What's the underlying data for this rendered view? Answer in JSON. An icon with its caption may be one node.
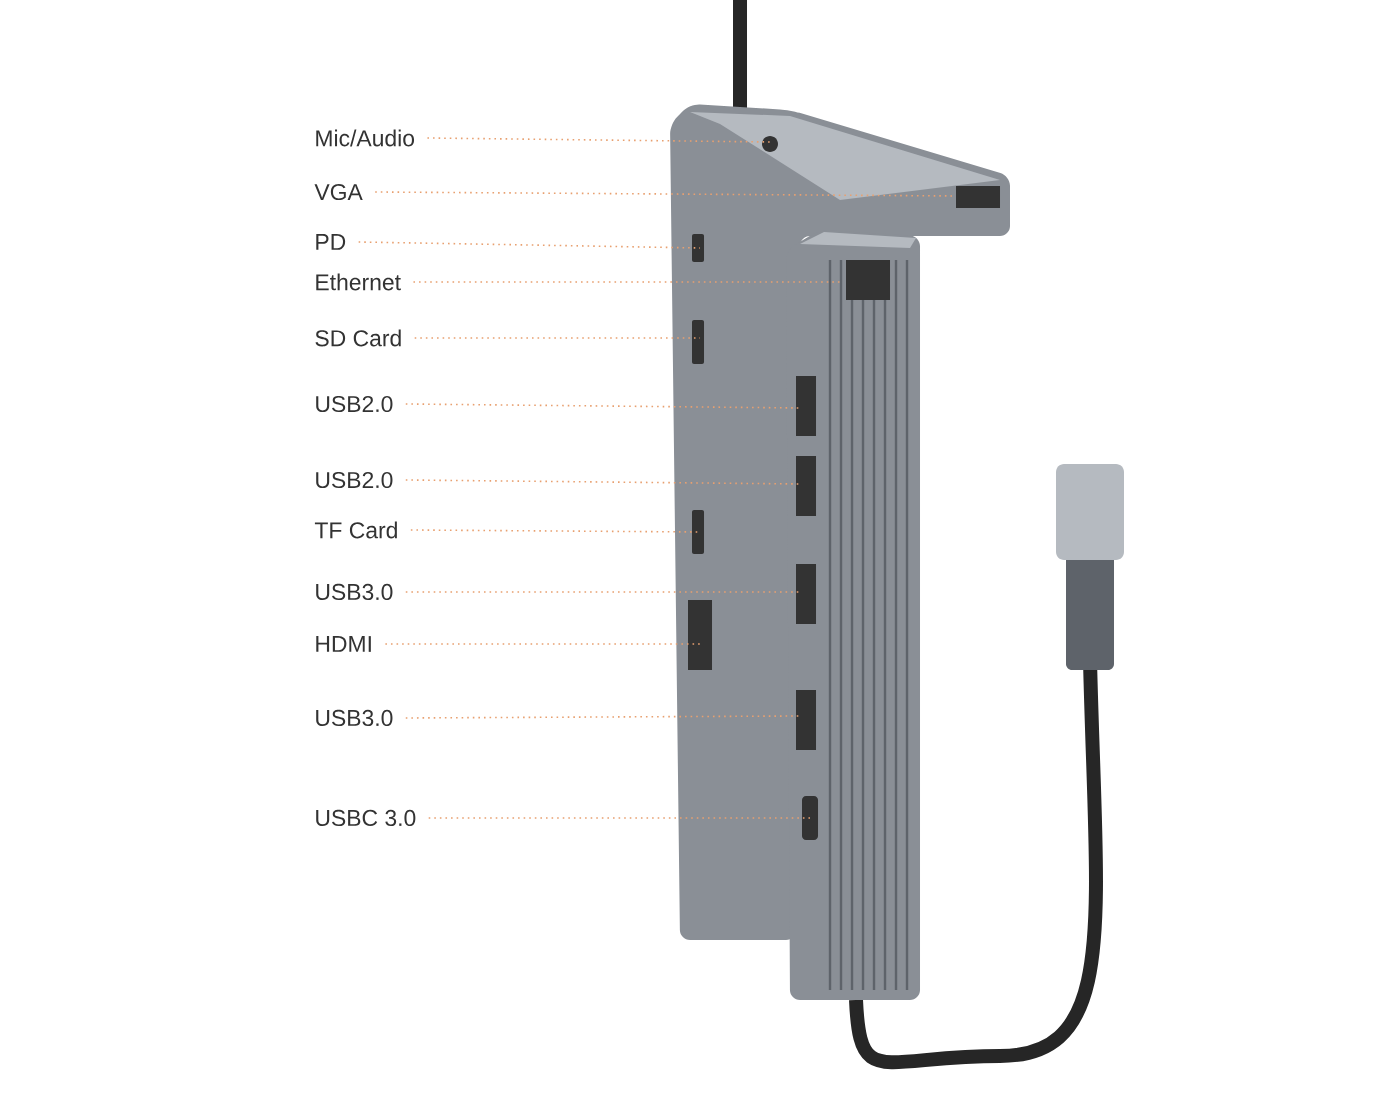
{
  "diagram": {
    "nodes": [
      {
        "text": [
          "Mic/Audio"
        ]
      },
      {
        "text": [
          "VGA"
        ]
      },
      {
        "text": [
          "PD"
        ]
      },
      {
        "text": [
          "Ethernet"
        ]
      },
      {
        "text": [
          "SD Card"
        ]
      },
      {
        "text": [
          "USB2.0"
        ]
      },
      {
        "text": [
          "USB2.0"
        ]
      },
      {
        "text": [
          "TF Card"
        ]
      },
      {
        "text": [
          "USB3.0"
        ]
      },
      {
        "text": [
          "HDMI"
        ]
      },
      {
        "text": [
          "USB3.0"
        ]
      },
      {
        "text": [
          "USBC 3.0"
        ]
      }
    ],
    "edges": [
      {
        "from": 0,
        "to": null,
        "arrow": "none"
      },
      {
        "from": 1,
        "to": null,
        "arrow": "none"
      },
      {
        "from": 2,
        "to": null,
        "arrow": "none"
      },
      {
        "from": 3,
        "to": null,
        "arrow": "none"
      },
      {
        "from": 4,
        "to": null,
        "arrow": "none"
      },
      {
        "from": 5,
        "to": null,
        "arrow": "none"
      },
      {
        "from": 6,
        "to": null,
        "arrow": "none"
      },
      {
        "from": 7,
        "to": null,
        "arrow": "none"
      },
      {
        "from": 8,
        "to": null,
        "arrow": "none"
      },
      {
        "from": 9,
        "to": null,
        "arrow": "none"
      },
      {
        "from": 10,
        "to": null,
        "arrow": "none"
      },
      {
        "from": 11,
        "to": null,
        "arrow": "none"
      }
    ]
  }
}
